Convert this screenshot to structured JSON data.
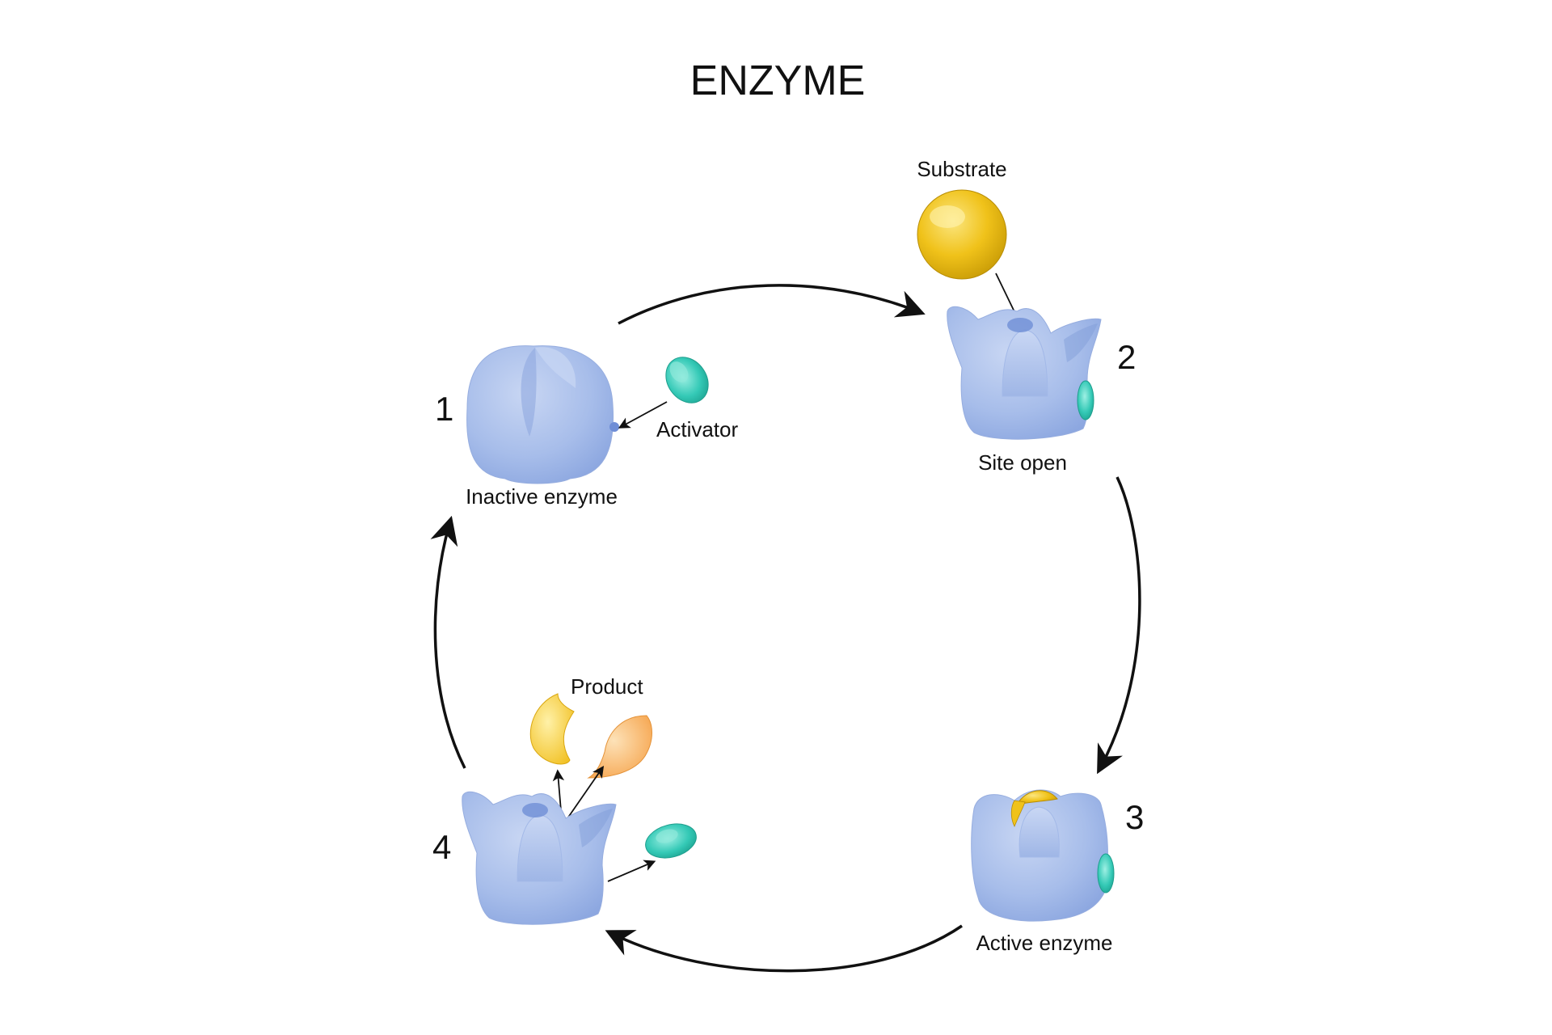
{
  "title": "ENZYME",
  "stages": [
    {
      "number": "1",
      "caption": "Inactive enzyme"
    },
    {
      "number": "2",
      "caption": "Site open"
    },
    {
      "number": "3",
      "caption": "Active enzyme"
    },
    {
      "number": "4",
      "caption": ""
    }
  ],
  "labels": {
    "activator": "Activator",
    "substrate": "Substrate",
    "product": "Product"
  },
  "colors": {
    "enzyme": "#a9bfea",
    "enzyme_shade": "#7f9bd6",
    "activator": "#34c9b6",
    "substrate": "#f0c21a",
    "product_yellow": "#f5cc3a",
    "product_orange": "#f8b866",
    "arrow": "#111111"
  }
}
